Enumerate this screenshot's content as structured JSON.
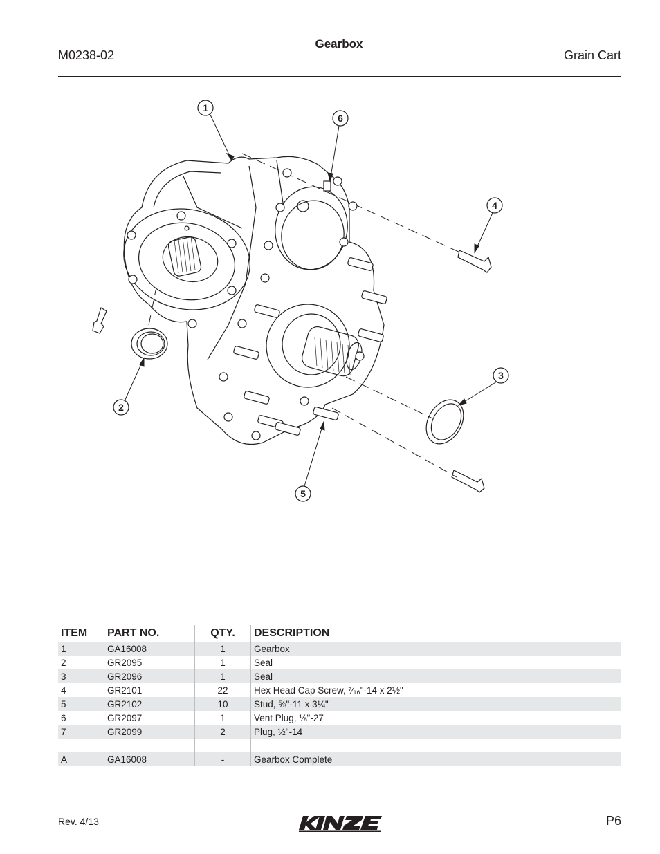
{
  "header": {
    "doc_number": "M0238-02",
    "title": "Gearbox",
    "product": "Grain Cart"
  },
  "callouts": [
    "1",
    "2",
    "3",
    "4",
    "5",
    "6"
  ],
  "table": {
    "headers": [
      "ITEM",
      "PART NO.",
      "QTY.",
      "DESCRIPTION"
    ],
    "rows": [
      {
        "item": "1",
        "part_no": "GA16008",
        "qty": "1",
        "description": "Gearbox"
      },
      {
        "item": "2",
        "part_no": "GR2095",
        "qty": "1",
        "description": "Seal"
      },
      {
        "item": "3",
        "part_no": "GR2096",
        "qty": "1",
        "description": "Seal"
      },
      {
        "item": "4",
        "part_no": "GR2101",
        "qty": "22",
        "description": "Hex Head Cap Screw, ⁷⁄₁₆\"-14 x 2½\""
      },
      {
        "item": "5",
        "part_no": "GR2102",
        "qty": "10",
        "description": "Stud, ⅝\"-11 x 3¼\""
      },
      {
        "item": "6",
        "part_no": "GR2097",
        "qty": "1",
        "description": "Vent Plug, ⅛\"-27"
      },
      {
        "item": "7",
        "part_no": "GR2099",
        "qty": "2",
        "description": "Plug, ½\"-14"
      },
      {
        "item": "",
        "part_no": "",
        "qty": "",
        "description": ""
      },
      {
        "item": "A",
        "part_no": "GA16008",
        "qty": "-",
        "description": "Gearbox Complete"
      }
    ]
  },
  "footer": {
    "revision": "Rev. 4/13",
    "page": "P6",
    "logo_icon": "kinze-logo-icon"
  }
}
